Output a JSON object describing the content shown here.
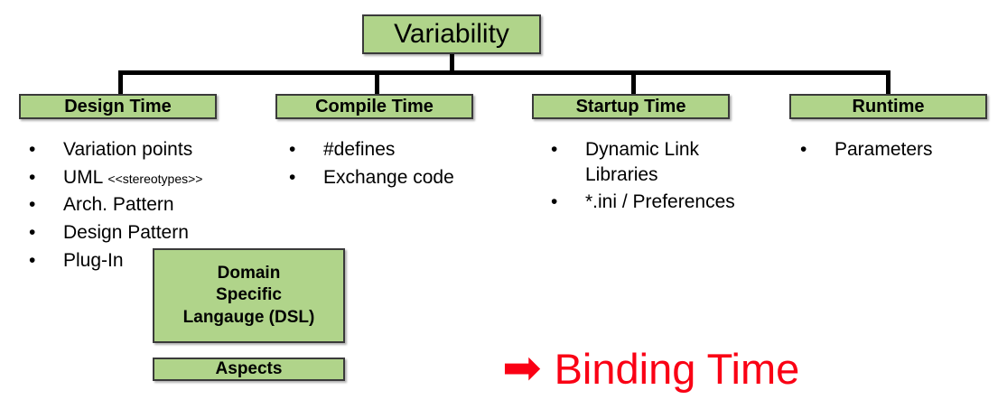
{
  "diagram": {
    "root": {
      "label": "Variability"
    },
    "levels": [
      {
        "id": "design-time",
        "label": "Design Time"
      },
      {
        "id": "compile-time",
        "label": "Compile Time"
      },
      {
        "id": "startup-time",
        "label": "Startup Time"
      },
      {
        "id": "runtime",
        "label": "Runtime"
      }
    ],
    "bullets": {
      "design_time": [
        {
          "text": "Variation points"
        },
        {
          "text": "UML ",
          "note": "<<stereotypes>>"
        },
        {
          "text": "Arch. Pattern"
        },
        {
          "text": "Design Pattern"
        },
        {
          "text": "Plug-In"
        }
      ],
      "compile_time": [
        {
          "text": "#defines"
        },
        {
          "text": "Exchange code"
        }
      ],
      "startup_time": [
        {
          "text": "Dynamic Link Libraries"
        },
        {
          "text": "*.ini / Preferences"
        }
      ],
      "runtime": [
        {
          "text": "Parameters"
        }
      ]
    },
    "extra_boxes": [
      {
        "id": "dsl",
        "label": "Domain\nSpecific\nLangauge (DSL)"
      },
      {
        "id": "aspects",
        "label": "Aspects"
      }
    ],
    "callout": {
      "arrow_icon": "right-block-arrow-icon",
      "arrow_glyph": "➡",
      "text": "Binding Time"
    },
    "colors": {
      "box_fill": "#b0d48a",
      "box_border": "#3a3a3a",
      "connector": "#000000",
      "callout_red": "#fa0014",
      "background": "#ffffff"
    }
  }
}
